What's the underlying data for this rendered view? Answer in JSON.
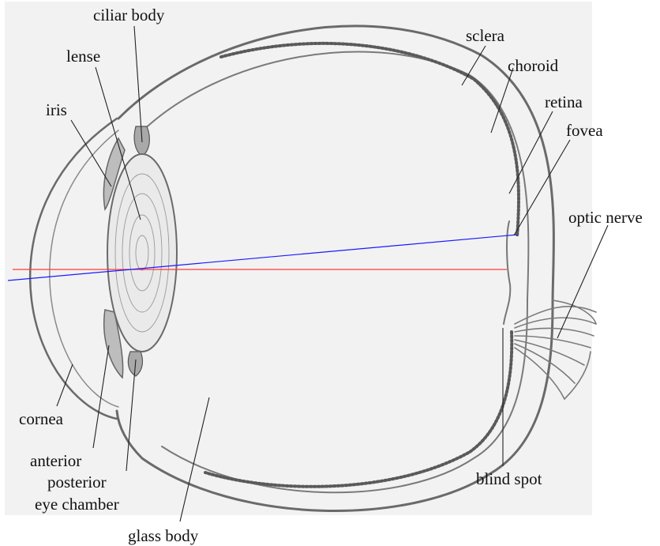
{
  "labels": {
    "ciliar_body": "ciliar body",
    "lense": "lense",
    "iris": "iris",
    "sclera": "sclera",
    "choroid": "choroid",
    "retina": "retina",
    "fovea": "fovea",
    "optic_nerve": "optic nerve",
    "cornea": "cornea",
    "anterior": "anterior",
    "posterior": "posterior",
    "eye_chamber": "eye chamber",
    "blind_spot": "blind spot",
    "glass_body": "glass body"
  },
  "colors": {
    "paper": "#f2f2f2",
    "pencil": "#6e6e6e",
    "red_axis": "#ff3b3b",
    "blue_axis": "#1a1aff"
  }
}
